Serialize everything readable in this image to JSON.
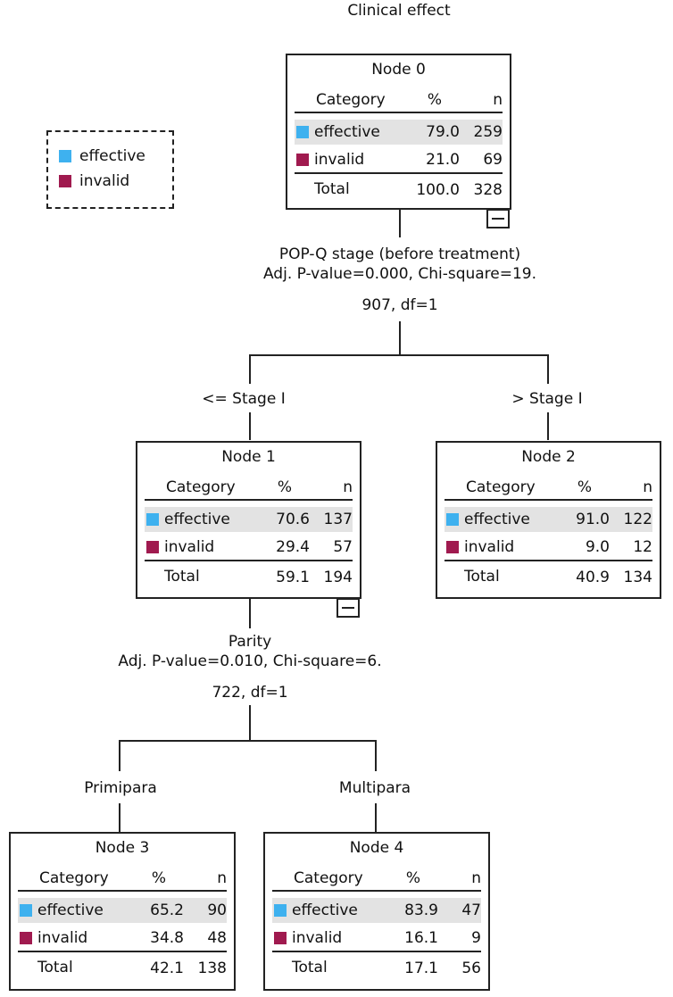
{
  "title": "Clinical effect",
  "legend": {
    "items": [
      {
        "label": "effective",
        "color": "#3eb1ef"
      },
      {
        "label": "invalid",
        "color": "#a01a4f"
      }
    ]
  },
  "table_headers": {
    "category": "Category",
    "percent": "%",
    "n": "n"
  },
  "nodes": [
    {
      "title": "Node 0",
      "rows": [
        {
          "category": "effective",
          "percent": "79.0",
          "n": "259"
        },
        {
          "category": "invalid",
          "percent": "21.0",
          "n": "69"
        }
      ],
      "total": {
        "label": "Total",
        "percent": "100.0",
        "n": "328"
      }
    },
    {
      "title": "Node 1",
      "rows": [
        {
          "category": "effective",
          "percent": "70.6",
          "n": "137"
        },
        {
          "category": "invalid",
          "percent": "29.4",
          "n": "57"
        }
      ],
      "total": {
        "label": "Total",
        "percent": "59.1",
        "n": "194"
      }
    },
    {
      "title": "Node 2",
      "rows": [
        {
          "category": "effective",
          "percent": "91.0",
          "n": "122"
        },
        {
          "category": "invalid",
          "percent": "9.0",
          "n": "12"
        }
      ],
      "total": {
        "label": "Total",
        "percent": "40.9",
        "n": "134"
      }
    },
    {
      "title": "Node 3",
      "rows": [
        {
          "category": "effective",
          "percent": "65.2",
          "n": "90"
        },
        {
          "category": "invalid",
          "percent": "34.8",
          "n": "48"
        }
      ],
      "total": {
        "label": "Total",
        "percent": "42.1",
        "n": "138"
      }
    },
    {
      "title": "Node 4",
      "rows": [
        {
          "category": "effective",
          "percent": "83.9",
          "n": "47"
        },
        {
          "category": "invalid",
          "percent": "16.1",
          "n": "9"
        }
      ],
      "total": {
        "label": "Total",
        "percent": "17.1",
        "n": "56"
      }
    }
  ],
  "splits": [
    {
      "variable": "POP-Q stage (before treatment)",
      "stat_line1": "Adj. P-value=0.000, Chi-square=19.",
      "stat_line2": "907, df=1",
      "left_branch": "<= Stage Ⅰ",
      "right_branch": "> Stage Ⅰ"
    },
    {
      "variable": "Parity",
      "stat_line1": "Adj. P-value=0.010, Chi-square=6.",
      "stat_line2": "722, df=1",
      "left_branch": "Primipara",
      "right_branch": "Multipara"
    }
  ]
}
